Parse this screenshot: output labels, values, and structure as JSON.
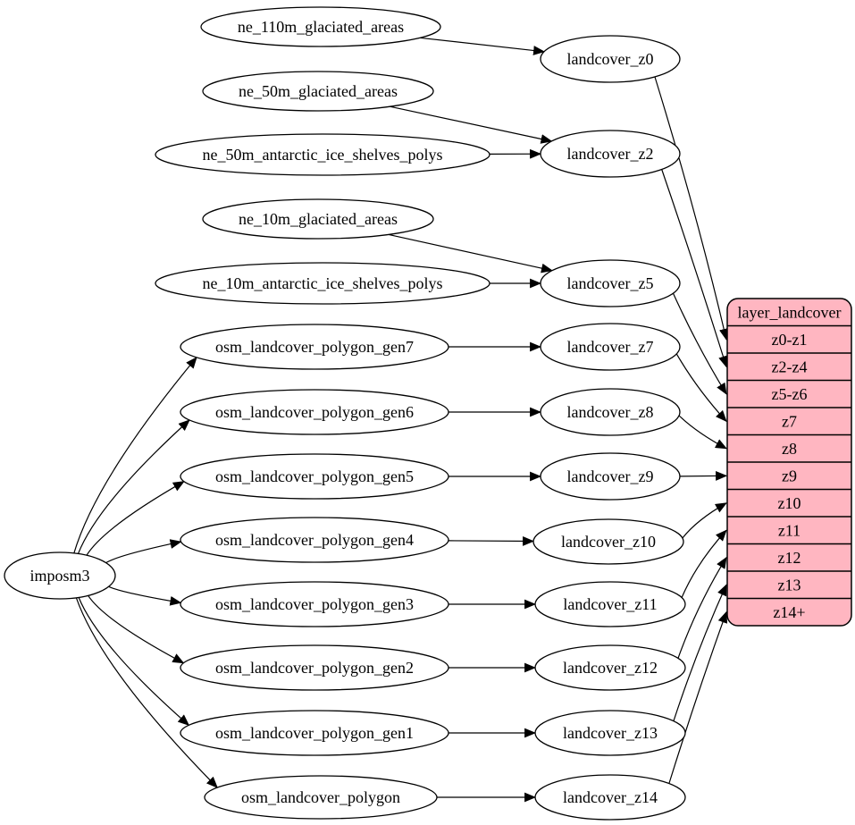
{
  "diagram": {
    "colors": {
      "background": "#ffffff",
      "node_fill": "#ffffff",
      "node_stroke": "#000000",
      "edge": "#000000",
      "text": "#000000",
      "table_fill": "#ffb6c1",
      "table_stroke": "#000000"
    },
    "nodes": [
      {
        "id": "imposm3",
        "label": "imposm3"
      },
      {
        "id": "ne_110m_glaciated_areas",
        "label": "ne_110m_glaciated_areas"
      },
      {
        "id": "ne_50m_glaciated_areas",
        "label": "ne_50m_glaciated_areas"
      },
      {
        "id": "ne_50m_antarctic_ice_shelves_polys",
        "label": "ne_50m_antarctic_ice_shelves_polys"
      },
      {
        "id": "ne_10m_glaciated_areas",
        "label": "ne_10m_glaciated_areas"
      },
      {
        "id": "ne_10m_antarctic_ice_shelves_polys",
        "label": "ne_10m_antarctic_ice_shelves_polys"
      },
      {
        "id": "osm_landcover_polygon_gen7",
        "label": "osm_landcover_polygon_gen7"
      },
      {
        "id": "osm_landcover_polygon_gen6",
        "label": "osm_landcover_polygon_gen6"
      },
      {
        "id": "osm_landcover_polygon_gen5",
        "label": "osm_landcover_polygon_gen5"
      },
      {
        "id": "osm_landcover_polygon_gen4",
        "label": "osm_landcover_polygon_gen4"
      },
      {
        "id": "osm_landcover_polygon_gen3",
        "label": "osm_landcover_polygon_gen3"
      },
      {
        "id": "osm_landcover_polygon_gen2",
        "label": "osm_landcover_polygon_gen2"
      },
      {
        "id": "osm_landcover_polygon_gen1",
        "label": "osm_landcover_polygon_gen1"
      },
      {
        "id": "osm_landcover_polygon",
        "label": "osm_landcover_polygon"
      },
      {
        "id": "landcover_z0",
        "label": "landcover_z0"
      },
      {
        "id": "landcover_z2",
        "label": "landcover_z2"
      },
      {
        "id": "landcover_z5",
        "label": "landcover_z5"
      },
      {
        "id": "landcover_z7",
        "label": "landcover_z7"
      },
      {
        "id": "landcover_z8",
        "label": "landcover_z8"
      },
      {
        "id": "landcover_z9",
        "label": "landcover_z9"
      },
      {
        "id": "landcover_z10",
        "label": "landcover_z10"
      },
      {
        "id": "landcover_z11",
        "label": "landcover_z11"
      },
      {
        "id": "landcover_z12",
        "label": "landcover_z12"
      },
      {
        "id": "landcover_z13",
        "label": "landcover_z13"
      },
      {
        "id": "landcover_z14",
        "label": "landcover_z14"
      }
    ],
    "table": {
      "title": "layer_landcover",
      "rows": [
        "z0-z1",
        "z2-z4",
        "z5-z6",
        "z7",
        "z8",
        "z9",
        "z10",
        "z11",
        "z12",
        "z13",
        "z14+"
      ]
    },
    "edges": [
      {
        "from": "ne_110m_glaciated_areas",
        "to": "landcover_z0"
      },
      {
        "from": "ne_50m_glaciated_areas",
        "to": "landcover_z2"
      },
      {
        "from": "ne_50m_antarctic_ice_shelves_polys",
        "to": "landcover_z2"
      },
      {
        "from": "ne_10m_glaciated_areas",
        "to": "landcover_z5"
      },
      {
        "from": "ne_10m_antarctic_ice_shelves_polys",
        "to": "landcover_z5"
      },
      {
        "from": "imposm3",
        "to": "osm_landcover_polygon_gen7"
      },
      {
        "from": "imposm3",
        "to": "osm_landcover_polygon_gen6"
      },
      {
        "from": "imposm3",
        "to": "osm_landcover_polygon_gen5"
      },
      {
        "from": "imposm3",
        "to": "osm_landcover_polygon_gen4"
      },
      {
        "from": "imposm3",
        "to": "osm_landcover_polygon_gen3"
      },
      {
        "from": "imposm3",
        "to": "osm_landcover_polygon_gen2"
      },
      {
        "from": "imposm3",
        "to": "osm_landcover_polygon_gen1"
      },
      {
        "from": "imposm3",
        "to": "osm_landcover_polygon"
      },
      {
        "from": "osm_landcover_polygon_gen7",
        "to": "landcover_z7"
      },
      {
        "from": "osm_landcover_polygon_gen6",
        "to": "landcover_z8"
      },
      {
        "from": "osm_landcover_polygon_gen5",
        "to": "landcover_z9"
      },
      {
        "from": "osm_landcover_polygon_gen4",
        "to": "landcover_z10"
      },
      {
        "from": "osm_landcover_polygon_gen3",
        "to": "landcover_z11"
      },
      {
        "from": "osm_landcover_polygon_gen2",
        "to": "landcover_z12"
      },
      {
        "from": "osm_landcover_polygon_gen1",
        "to": "landcover_z13"
      },
      {
        "from": "osm_landcover_polygon",
        "to": "landcover_z14"
      },
      {
        "from": "landcover_z0",
        "to": "layer_landcover",
        "row": "z0-z1"
      },
      {
        "from": "landcover_z2",
        "to": "layer_landcover",
        "row": "z2-z4"
      },
      {
        "from": "landcover_z5",
        "to": "layer_landcover",
        "row": "z5-z6"
      },
      {
        "from": "landcover_z7",
        "to": "layer_landcover",
        "row": "z7"
      },
      {
        "from": "landcover_z8",
        "to": "layer_landcover",
        "row": "z8"
      },
      {
        "from": "landcover_z9",
        "to": "layer_landcover",
        "row": "z9"
      },
      {
        "from": "landcover_z10",
        "to": "layer_landcover",
        "row": "z10"
      },
      {
        "from": "landcover_z11",
        "to": "layer_landcover",
        "row": "z11"
      },
      {
        "from": "landcover_z12",
        "to": "layer_landcover",
        "row": "z12"
      },
      {
        "from": "landcover_z13",
        "to": "layer_landcover",
        "row": "z13"
      },
      {
        "from": "landcover_z14",
        "to": "layer_landcover",
        "row": "z14+"
      }
    ]
  }
}
